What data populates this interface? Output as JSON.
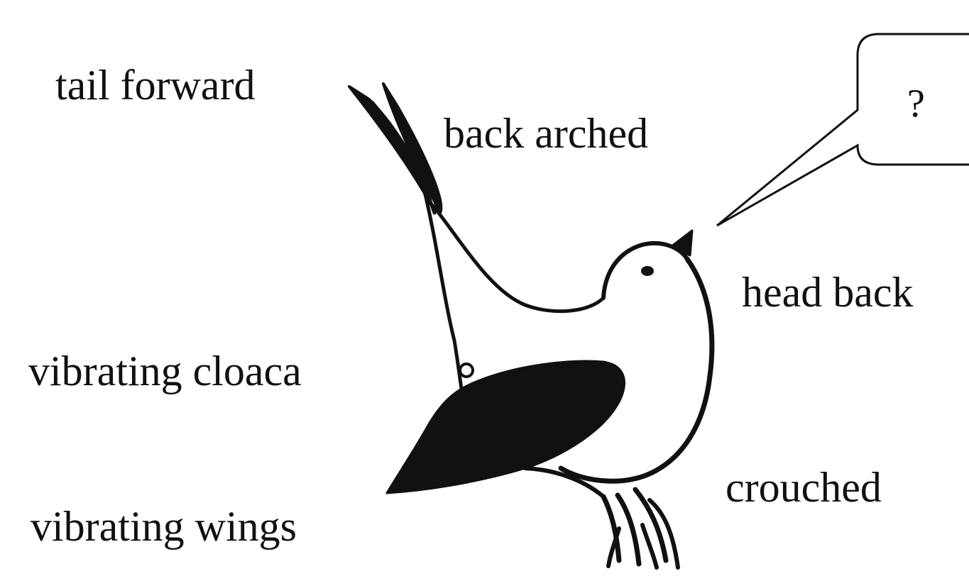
{
  "labels": {
    "tail_forward": "tail forward",
    "back_arched": "back arched",
    "head_back": "head back",
    "vibrating_cloaca": "vibrating cloaca",
    "crouched": "crouched",
    "vibrating_wings": "vibrating wings"
  },
  "speech_bubble": {
    "text": "?"
  },
  "colors": {
    "ink": "#111111",
    "background": "#ffffff"
  },
  "icons": [
    "bird-illustration",
    "speech-bubble"
  ]
}
